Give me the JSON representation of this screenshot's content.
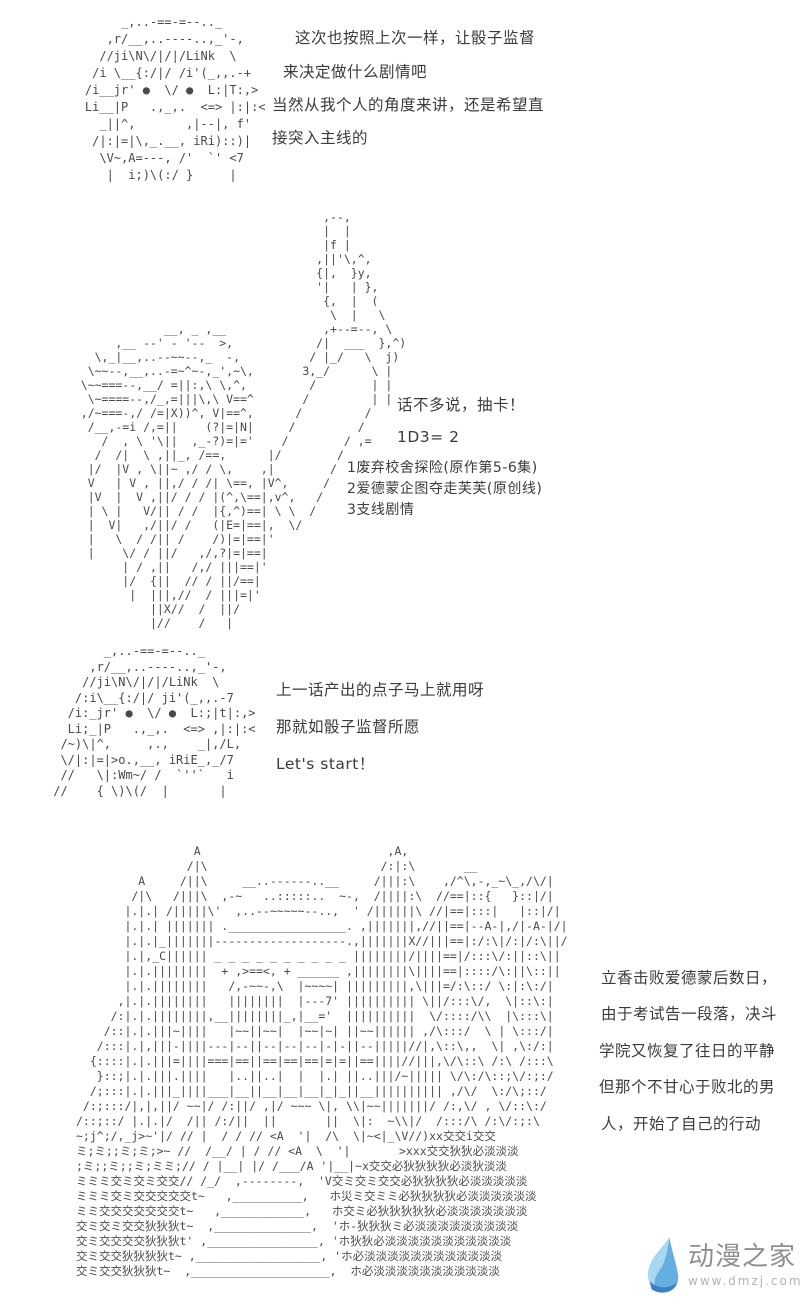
{
  "colors": {
    "background": "#ffffff",
    "aa_art": "#4a4a4a",
    "dialogue_text": "#3b3b3b",
    "logo_text": "#8f8f8f",
    "logo_url": "#b3b3b3",
    "logo_blue_light": "#a8d8f0",
    "logo_blue_mid": "#64aee0",
    "logo_blue_dark": "#3f7fc1"
  },
  "panel1": {
    "aa_face": [
      "         _,..-==-=--.._",
      "       ,r/__,..----..,_'-,",
      "      //ji\\N\\/|/|/LiNk  \\",
      "     /i \\__{:/|/ /i'(_,,.-+",
      "    /i__jr' ●  \\/ ●  L:|T:,>",
      "    Li__|P   .,_,.  <=> |:|:<",
      "      _||^,       ,|--|, f'",
      "     /|:|=|\\,_.__, iRi)::)|",
      "      \\V~,A=---, /'  `' <7",
      "       |  i;)\\(:/ }     |"
    ],
    "dialogue": [
      "这次也按照上次一样，让骰子监督",
      "来决定做什么剧情吧",
      "当然从我个人的角度来讲，还是希望直",
      "接突入主线的"
    ]
  },
  "panel2": {
    "aa_character": [
      "                                      ,--,",
      "                                      |  |",
      "                                      |f |",
      "                                     ,||'\\,^,",
      "                                     {|,  }y,",
      "                                     '|   | },",
      "                                      {,  |  (",
      "                                       \\  |   \\",
      "               __, _ ,__              ,+--=--, \\",
      "        ,__ --' - '--  >,            /|  ___  },^)",
      "     \\,_|__,..--~~--,_  -,          / |_/   \\  j)",
      "    \\~~--,__,..-=~^~-,_',~\\,       3,_/      \\ |",
      "   \\~~===--,__/ =||:,\\ \\,^,         /        | |",
      "    \\~====--,/_,=|||\\,\\ V==^       /         | |",
      "   ,/~===-,/ /=|X))^, V|==^,      /         /",
      "    /__,-=i /,=||    (?|=|N|     /         /",
      "      /  , \\ '\\||  ,_-?)=|='    /        / ,=",
      "     /  /|  \\ ,||_, /==,      |/        /",
      "    |/  |V , \\||~ ,/ / \\,    ,|        /",
      "    V   | V , ||,/ / /| \\==, |V^,     /",
      "    |V  |  V ,||/ / / |(^,\\==|,v^,   /",
      "    | \\ |   V/|| / /  |{,^)==| \\ \\  /",
      "    |  V|   ,/||/ /   (|E=|==|,  \\/",
      "    |   \\  / /|| /    /)|=|==|'",
      "    |    \\/ / ||/   ,/,?|=|==|",
      "         | / ,||   /,/ |||==|'",
      "         |/  {||  // / ||/==|",
      "          |  |||,//  / |||=|'",
      "             ||X//  /  ||/",
      "             |//    /   |"
    ],
    "shout": "话不多说，抽卡！",
    "dice_roll": "1D3= 2",
    "options": [
      "1废弃校舍探险(原作第5-6集)",
      "2爱德蒙企图夺走芙芙(原创线)",
      "3支线剧情"
    ]
  },
  "panel3": {
    "aa_face": [
      "        _,..-==-=--.._",
      "      ,r/__,..----..,_'-,",
      "     //ji\\N\\/|/|/LiNk  \\",
      "    /:i\\__{:/|/ ji'(_,,.-7",
      "   /i:_jr' ●  \\/ ●  L:;|t|:,>",
      "   Li;_|P   .,_,.  <=> ,|:|:<",
      "  /~)\\|^,     ,.,    _|,/L,",
      "  \\/|:|=|>o.,__, iRiE_,_/7",
      "  //   \\|:Wm~/ /  `''`   i",
      " //    { \\)\\(/  |       |"
    ],
    "dialogue": [
      "上一话产出的点子马上就用呀",
      "那就如骰子监督所愿",
      "Let's start！"
    ]
  },
  "panel4": {
    "aa_castle": [
      "                 A                           ,A,",
      "                /|\\                         /:|:\\       __",
      "         A     /||\\     __..------..__     /|||:\\    ,/^\\,-,_~\\_,/\\/|",
      "        /|\\   /|||\\  ,-~   ..:::::..  ~-,  /||||:\\  //==|::{   }::|/|",
      "       |.|.| /|||||\\'  ,..--~~~~~--..,  ' /||||||\\ //|==|:::|   |::|/|",
      "       |.|.| ||||||| ._________________. ,|||||||,//||==|--A-|,/|-A-|/|",
      "       |.|.|_|||||||-------------------.,|||||||X//|||==|:/:\\|/:|/:\\||/",
      "       |.|,_C|||||| _ _ _ _ _ _ _ _ _ _ ||||||||/||||==|/:::\\/:||::\\||",
      "       |.|.||||||||  + ,>==<, + ______ ,||||||||\\||||==|::::/\\:||\\::||",
      "       |.|.||||||||   /,-~~-,\\  |~~~~| |||||||||,\\|||=/:\\::/ \\:|:\\:/|",
      "      ,|.|.||||||||   ||||||||  |---7' |||||||||| \\||/:::\\/,  \\|::\\:|",
      "     /:|.|.||||||||,__||||||||_,|__='  ||||||||||  \\/::::/\\\\  |\\:::\\|",
      "    /::|.|.|||~||||   |~~||~~|  |~~|~| ||~~|||||| ,/\\:::/  \\ | \\:::/|",
      "   /:::|.|,|||-||||---|--||--|--|--|-|-||--|||||//|,\\::\\,,  \\| ,\\:/:|",
      "  {::::|.|.|||=||||===|==||==|==|==|=|=||==||||//|||,\\/\\::\\ /:\\ /:::\\",
      "   }::;|.|.|||.||||   |..||..|  |  |.| ||..|||/~||||| \\/\\:/\\::;\\/:;:/",
      "  /;:::|.|.|||_||||___|__||__|__|__|_|_||__|||||||||| ,/\\/  \\:/\\;::/",
      " /:;:::/|,|,||/ ~~|/ /:||/ ,|/ ~~~ \\|, \\\\|~~|||||||/ /:,\\/ , \\/::\\:/",
      "/::;::/ |.|.|/  /|| /:/||  ||       ||  \\|:  ~\\\\|/  /:::/\\ /:\\/:;:\\",
      "~;j^;/,_j>~'|/ // |  / / // <A  '|  /\\  \\|~<|_\\V//)xx交交i交交",
      "ミ;ミ;;ミ;ミ;>~ //  /__/ | / // <A  \\  '|       >xxx交交狄狄必淡淡淡",
      ";ミ;;ミ;;ミ;ミミ;// / |__| |/ /___/A '|__|~x交交必狄狄狄狄必淡狄淡淡",
      "ミミミ交ミ交ミ交交// /_/  ,--------,  'V交ミ交ミ交交必狄狄狄狄必淡淡淡淡淡",
      "ミミミ交ミ交交交交交t~   ,__________,   ホ災ミ交ミミ必狄狄狄狄必淡淡淡淡淡淡",
      "ミミ交交交交交交交t~   ,____________,   ホ交ミ必狄狄狄狄狄必淡淡淡淡淡淡淡",
      "交ミ交ミ交交狄狄狄t~  ,______________,  'ホ-狄狄狄ミ必淡淡淡淡淡淡淡淡淡",
      "交ミ交交交交狄狄狄t' ,________________, 'ホ狄狄必淡淡淡淡淡淡淡淡淡淡淡",
      "交ミ交交狄狄狄狄t~ ,__________________, 'ホ必淡淡淡淡淡淡淡淡淡淡淡淡",
      "交ミ交交狄狄狄t~  ,____________________,  ホ必淡淡淡淡淡淡淡淡淡淡淡"
    ],
    "narration": [
      "立香击败爱德蒙后数日，",
      "由于考试告一段落，决斗",
      "学院又恢复了往日的平静",
      "但那个不甘心于败北的男",
      "人，开始了自己的行动"
    ]
  },
  "footer": {
    "site_name": "动漫之家",
    "site_url": "www.dmzj.com"
  }
}
